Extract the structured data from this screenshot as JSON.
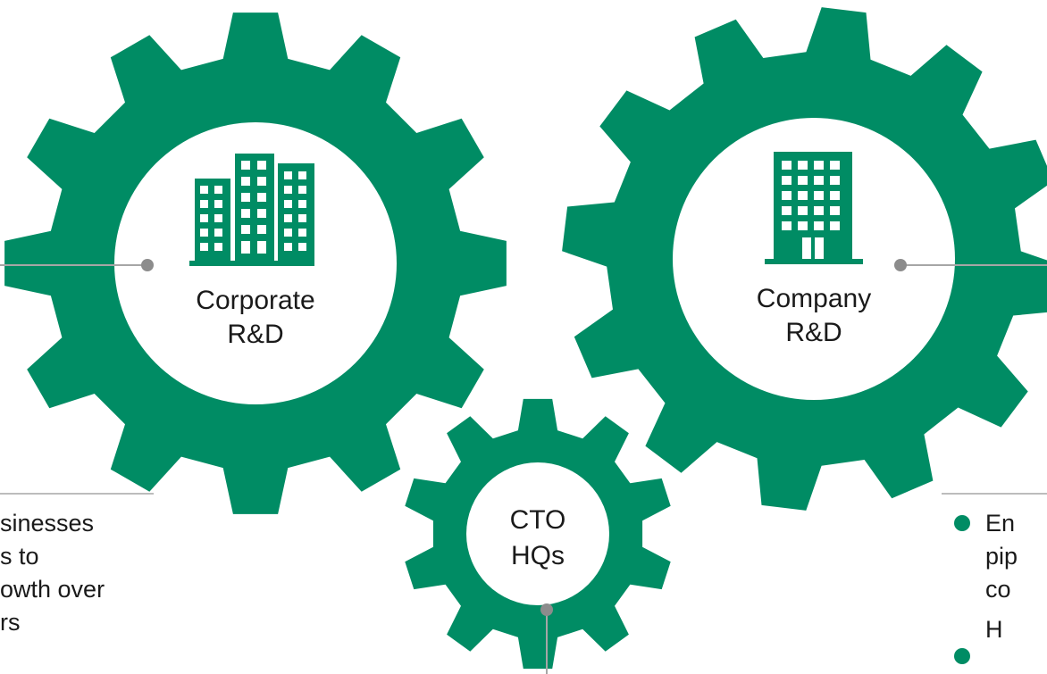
{
  "colors": {
    "gear": "#008c64",
    "line": "#a6a6a6",
    "dot": "#8c8c8c",
    "text": "#1a1a1a"
  },
  "gears": [
    {
      "id": "corporate",
      "icon": "buildings-icon",
      "label_line1": "Corporate",
      "label_line2": "R&D"
    },
    {
      "id": "company",
      "icon": "office-building-icon",
      "label_line1": "Company",
      "label_line2": "R&D"
    },
    {
      "id": "cto",
      "icon": "",
      "label_line1": "CTO",
      "label_line2": "HQs"
    }
  ],
  "left_text": [
    "sinesses",
    "s to",
    "owth over",
    "rs"
  ],
  "right_text": [
    "En",
    "pip",
    "co",
    "H"
  ]
}
